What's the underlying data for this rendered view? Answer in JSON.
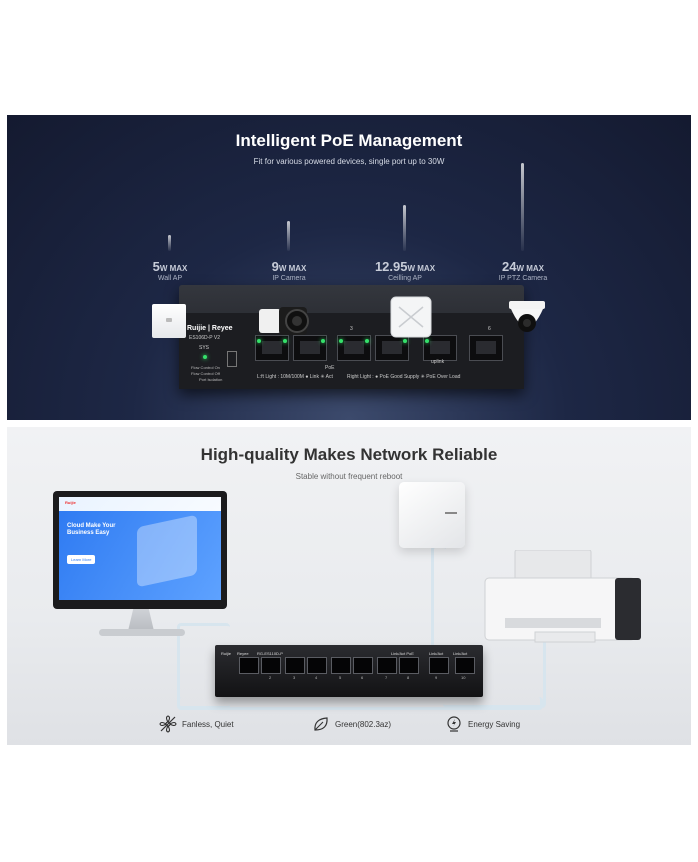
{
  "panel1": {
    "title": "Intelligent PoE Management",
    "subtitle": "Fit for various powered devices, single port up to 30W",
    "devices": [
      {
        "num": "5",
        "unit": "W MAX",
        "name": "Wall AP"
      },
      {
        "num": "9",
        "unit": "W MAX",
        "name": "IP Camera"
      },
      {
        "num": "12.95",
        "unit": "W MAX",
        "name": "Ceilling AP"
      },
      {
        "num": "24",
        "unit": "W MAX",
        "name": "IP  PTZ Camera"
      }
    ],
    "switch": {
      "brand": "Ruijie | Reyee",
      "model": "ES106D-P V2",
      "sys": "SYS",
      "flow_on": "Flow Control On",
      "flow_off": "Flow Control Off",
      "port_isolation": "Port Isolation",
      "port3": "3",
      "port6": "6",
      "poe": "PoE",
      "uplink": "uplink",
      "left_light": "L:ft Light : 10M/100M ● Link ✳ Act",
      "right_light": "Right Light : ● PoE Good Supply ✳ PoE Over Load"
    }
  },
  "panel2": {
    "title": "High-quality Makes Network Reliable",
    "subtitle": "Stable without frequent reboot",
    "screen": {
      "logo": "Ruijie",
      "headline": "Cloud Make Your Business Easy",
      "button": "Learn More"
    },
    "switch": {
      "brand": "Ruijie",
      "series": "Reyee",
      "model": "RG-ES110D-P",
      "link_poe": "Link/Act PoE",
      "link_act1": "Link/Act",
      "link_act2": "Link/Act",
      "ports": [
        "2",
        "3",
        "4",
        "5",
        "6",
        "7",
        "8",
        "9",
        "10"
      ]
    },
    "features": [
      {
        "icon": "fan-off-icon",
        "label": "Fanless, Quiet"
      },
      {
        "icon": "leaf-icon",
        "label": "Green(802.3az)"
      },
      {
        "icon": "energy-icon",
        "label": "Energy Saving"
      }
    ]
  }
}
